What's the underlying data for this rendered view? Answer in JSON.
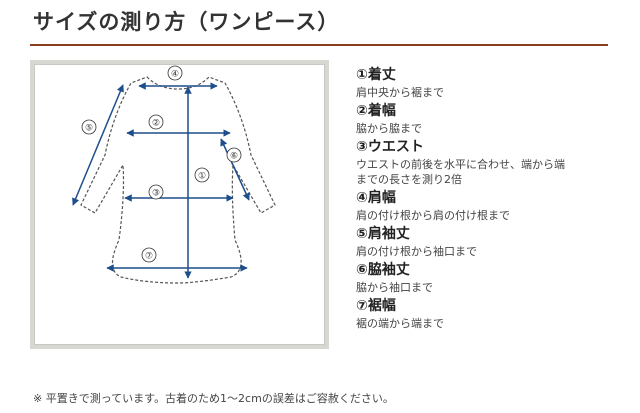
{
  "title": "サイズの測り方（ワンピース）",
  "colors": {
    "rule": "#8b3d1f",
    "arrow": "#1f4e8c",
    "outline": "#555555"
  },
  "diagram": {
    "labels": [
      "④",
      "②",
      "⑤",
      "⑥",
      "①",
      "③",
      "⑦"
    ]
  },
  "measurements": [
    {
      "name": "①着丈",
      "desc": "肩中央から裾まで"
    },
    {
      "name": "②着幅",
      "desc": "脇から脇まで"
    },
    {
      "name": "③ウエスト",
      "desc": "ウエストの前後を水平に合わせ、端から端",
      "desc2": "までの長さを測り2倍"
    },
    {
      "name": "④肩幅",
      "desc": "肩の付け根から肩の付け根まで"
    },
    {
      "name": "⑤肩袖丈",
      "desc": "肩の付け根から袖口まで"
    },
    {
      "name": "⑥脇袖丈",
      "desc": "脇から袖口まで"
    },
    {
      "name": "⑦裾幅",
      "desc": "裾の端から端まで"
    }
  ],
  "note": "※ 平置きで測っています。古着のため1～2cmの誤差はご容赦ください。"
}
